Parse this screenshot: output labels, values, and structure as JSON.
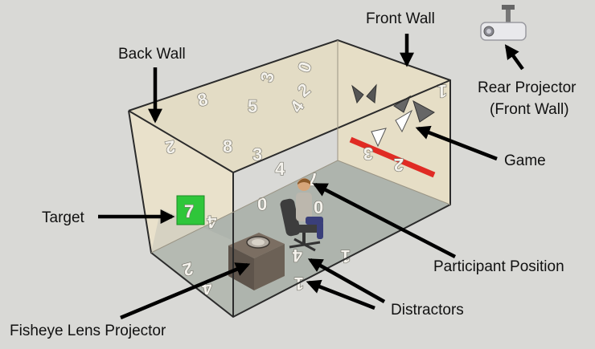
{
  "labels": {
    "front_wall": "Front Wall",
    "back_wall": "Back Wall",
    "rear_projector_line1": "Rear Projector",
    "rear_projector_line2": "(Front Wall)",
    "game": "Game",
    "target": "Target",
    "participant_position": "Participant Position",
    "distractors": "Distractors",
    "fisheye_lens_projector": "Fisheye Lens Projector"
  },
  "target_digit": "7",
  "wall_digits": {
    "back_wall": [
      "8",
      "5",
      "0",
      "3",
      "4",
      "2",
      "8",
      "3",
      "4",
      "0"
    ],
    "left_wall": [
      "2",
      "4",
      "4",
      "2"
    ],
    "front_wall": [
      "1",
      "3",
      "2",
      "7",
      "0"
    ],
    "floor": [
      "4",
      "1",
      "1"
    ]
  },
  "colors": {
    "target": "#2fc63a",
    "game_bar": "#e02b24",
    "wall": "#e9e1cb",
    "floor": "#aeb4ad"
  }
}
